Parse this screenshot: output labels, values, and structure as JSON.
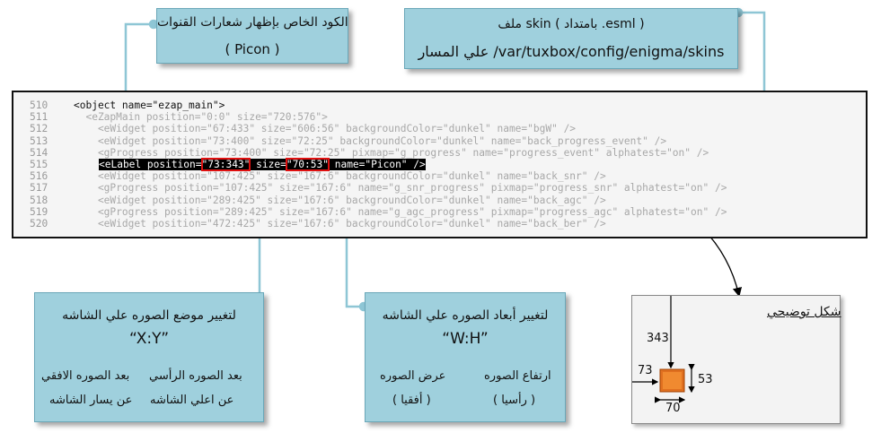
{
  "callout_top_left": {
    "line1": "الكود الخاص بإظهار شعارات القنوات",
    "line2": "( Picon )"
  },
  "callout_top_right": {
    "line1": "ملف skin ( بامتداد .esml )",
    "line2": "علي المسار /var/tuxbox/config/enigma/skins"
  },
  "code_lines": [
    {
      "num": "510",
      "text": "<object name=\"ezap_main\">"
    },
    {
      "num": "511",
      "text": "  <eZapMain position=\"0:0\" size=\"720:576\">"
    },
    {
      "num": "512",
      "text": "    <eWidget position=\"67:433\" size=\"606:56\" backgroundColor=\"dunkel\" name=\"bgW\" />"
    },
    {
      "num": "513",
      "text": "    <eWidget position=\"73:400\" size=\"72:25\" backgroundColor=\"dunkel\" name=\"back_progress_event\" />"
    },
    {
      "num": "514",
      "text": "    <gProgress position=\"73:400\" size=\"72:25\" pixmap=\"g_progress\" name=\"progress_event\" alphatest=\"on\" />"
    },
    {
      "num": "515",
      "text": "    <eLabel position=\"73:343\" size=\"70:53\" name=\"Picon\" />"
    },
    {
      "num": "516",
      "text": "    <eWidget position=\"107:425\" size=\"167:6\" backgroundColor=\"dunkel\" name=\"back_snr\" />"
    },
    {
      "num": "517",
      "text": "    <gProgress position=\"107:425\" size=\"167:6\" name=\"g_snr_progress\" pixmap=\"progress_snr\" alphatest=\"on\" />"
    },
    {
      "num": "518",
      "text": "    <eWidget position=\"289:425\" size=\"167:6\" backgroundColor=\"dunkel\" name=\"back_agc\" />"
    },
    {
      "num": "519",
      "text": "    <gProgress position=\"289:425\" size=\"167:6\" name=\"g_agc_progress\" pixmap=\"progress_agc\" alphatest=\"on\" />"
    },
    {
      "num": "520",
      "text": "    <eWidget position=\"472:425\" size=\"167:6\" backgroundColor=\"dunkel\" name=\"back_ber\" />"
    }
  ],
  "highlight": {
    "prefix": "<eLabel position=",
    "pos_value": "\"73:343\"",
    "mid": " size=",
    "size_value": "\"70:53\"",
    "suffix": " name=\"Picon\" />"
  },
  "callout_bottom_left": {
    "title": "لتغيير موضع الصوره علي الشاشه",
    "format": "“X:Y”",
    "right_branch_1": "بعد الصوره الرأسي",
    "right_branch_2": "عن اعلي الشاشه",
    "left_branch_1": "بعد الصوره الافقي",
    "left_branch_2": "عن يسار الشاشه"
  },
  "callout_bottom_mid": {
    "title": "لتغيير أبعاد الصوره علي الشاشه",
    "format": "“W:H”",
    "right_branch_1": "ارتفاع الصوره",
    "right_branch_2": "( رأسيا )",
    "left_branch_1": "عرض الصوره",
    "left_branch_2": "( أفقيا )"
  },
  "demo": {
    "title": "شكل توضيحي",
    "y": "343",
    "x": "73",
    "h": "53",
    "w": "70"
  },
  "colors": {
    "callout": "#9fd0dd",
    "highlight_bg": "#000000",
    "highlight_box": "#e01010",
    "pointer_arrow": "#e01010",
    "picon": "#e07020"
  }
}
